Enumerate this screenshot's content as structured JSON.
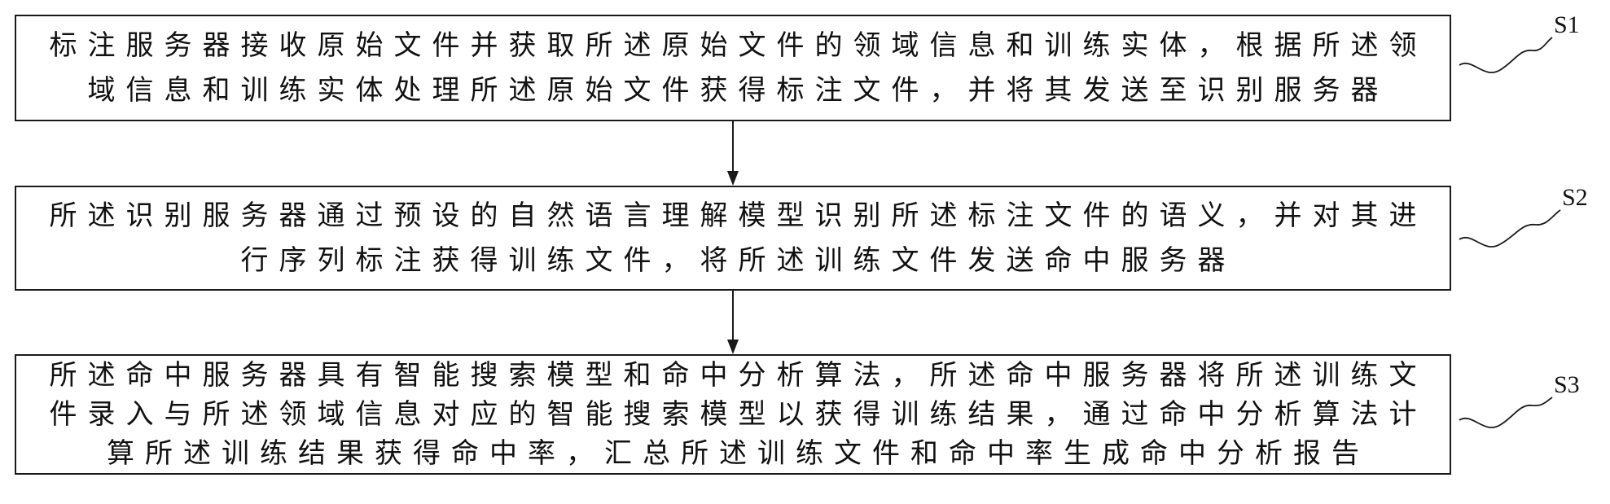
{
  "steps": [
    {
      "label": "S1",
      "lines": [
        "标注服务器接收原始文件并获取所述原始文件的领域信息和训练实体，根据所述领",
        "域信息和训练实体处理所述原始文件获得标注文件，并将其发送至识别服务器"
      ]
    },
    {
      "label": "S2",
      "lines": [
        "所述识别服务器通过预设的自然语言理解模型识别所述标注文件的语义，并对其进",
        "行序列标注获得训练文件，将所述训练文件发送命中服务器"
      ]
    },
    {
      "label": "S3",
      "lines": [
        "所述命中服务器具有智能搜索模型和命中分析算法，所述命中服务器将所述训练文",
        "件录入与所述领域信息对应的智能搜索模型以获得训练结果，通过命中分析算法计",
        "算所述训练结果获得命中率，汇总所述训练文件和命中率生成命中分析报告"
      ]
    }
  ]
}
